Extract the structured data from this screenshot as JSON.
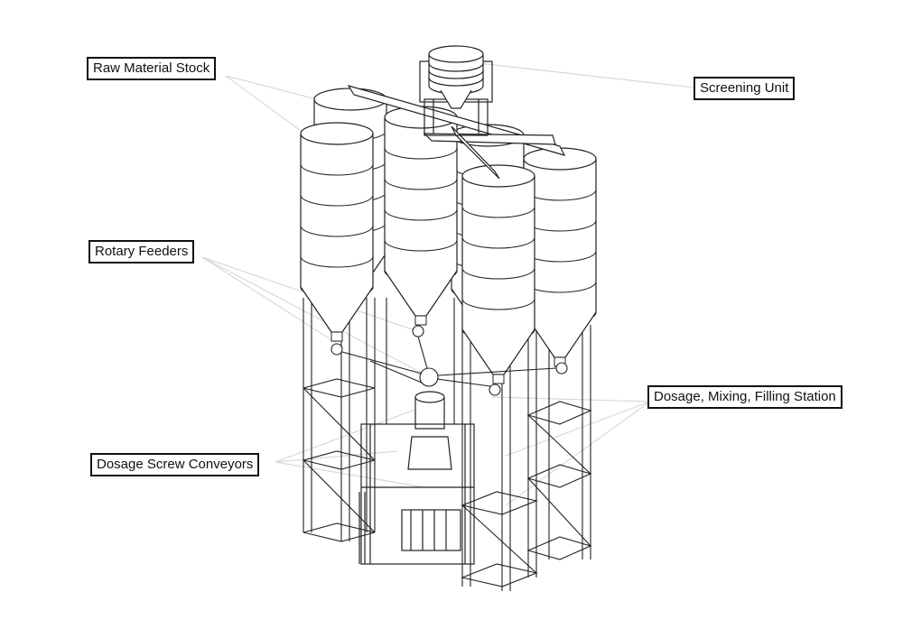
{
  "labels": {
    "raw_material_stock": "Raw Material Stock",
    "screening_unit": "Screening Unit",
    "rotary_feeders": "Rotary Feeders",
    "dosage_mixing_filling_station": "Dosage, Mixing, Filling Station",
    "dosage_screw_conveyors": "Dosage Screw Conveyors"
  },
  "colors": {
    "line": "#222222",
    "leader": "#d9d9d9",
    "label_border": "#111111",
    "background": "#ffffff"
  }
}
